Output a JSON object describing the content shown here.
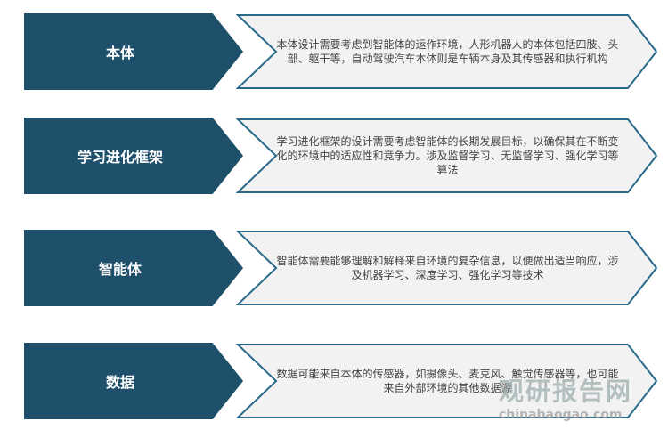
{
  "items": [
    {
      "label": "本体",
      "desc": "本体设计需要考虑到智能体的运作环境，人形机器人的本体包括四肢、头部、躯干等，自动驾驶汽车本体则是车辆本身及其传感器和执行机构"
    },
    {
      "label": "学习进化框架",
      "desc": "学习进化框架的设计需要考虑智能体的长期发展目标，以确保其在不断变化的环境中的适应性和竞争力。涉及监督学习、无监督学习、强化学习等算法"
    },
    {
      "label": "智能体",
      "desc": "智能体需要能够理解和解释来自环境的复杂信息，以便做出适当响应，涉及机器学习、深度学习、强化学习等技术"
    },
    {
      "label": "数据",
      "desc": "数据可能来自本体的传感器，如摄像头、麦克风、触觉传感器等，也可能来自外部环境的其他数据源"
    }
  ],
  "watermark": {
    "cn": "观研报告网",
    "en": "chinabaogao.com"
  },
  "colors": {
    "label_bg": "#1e4f6b",
    "chevron_fill": "#f2f2f2",
    "chevron_stroke": "#2a6a8a"
  }
}
